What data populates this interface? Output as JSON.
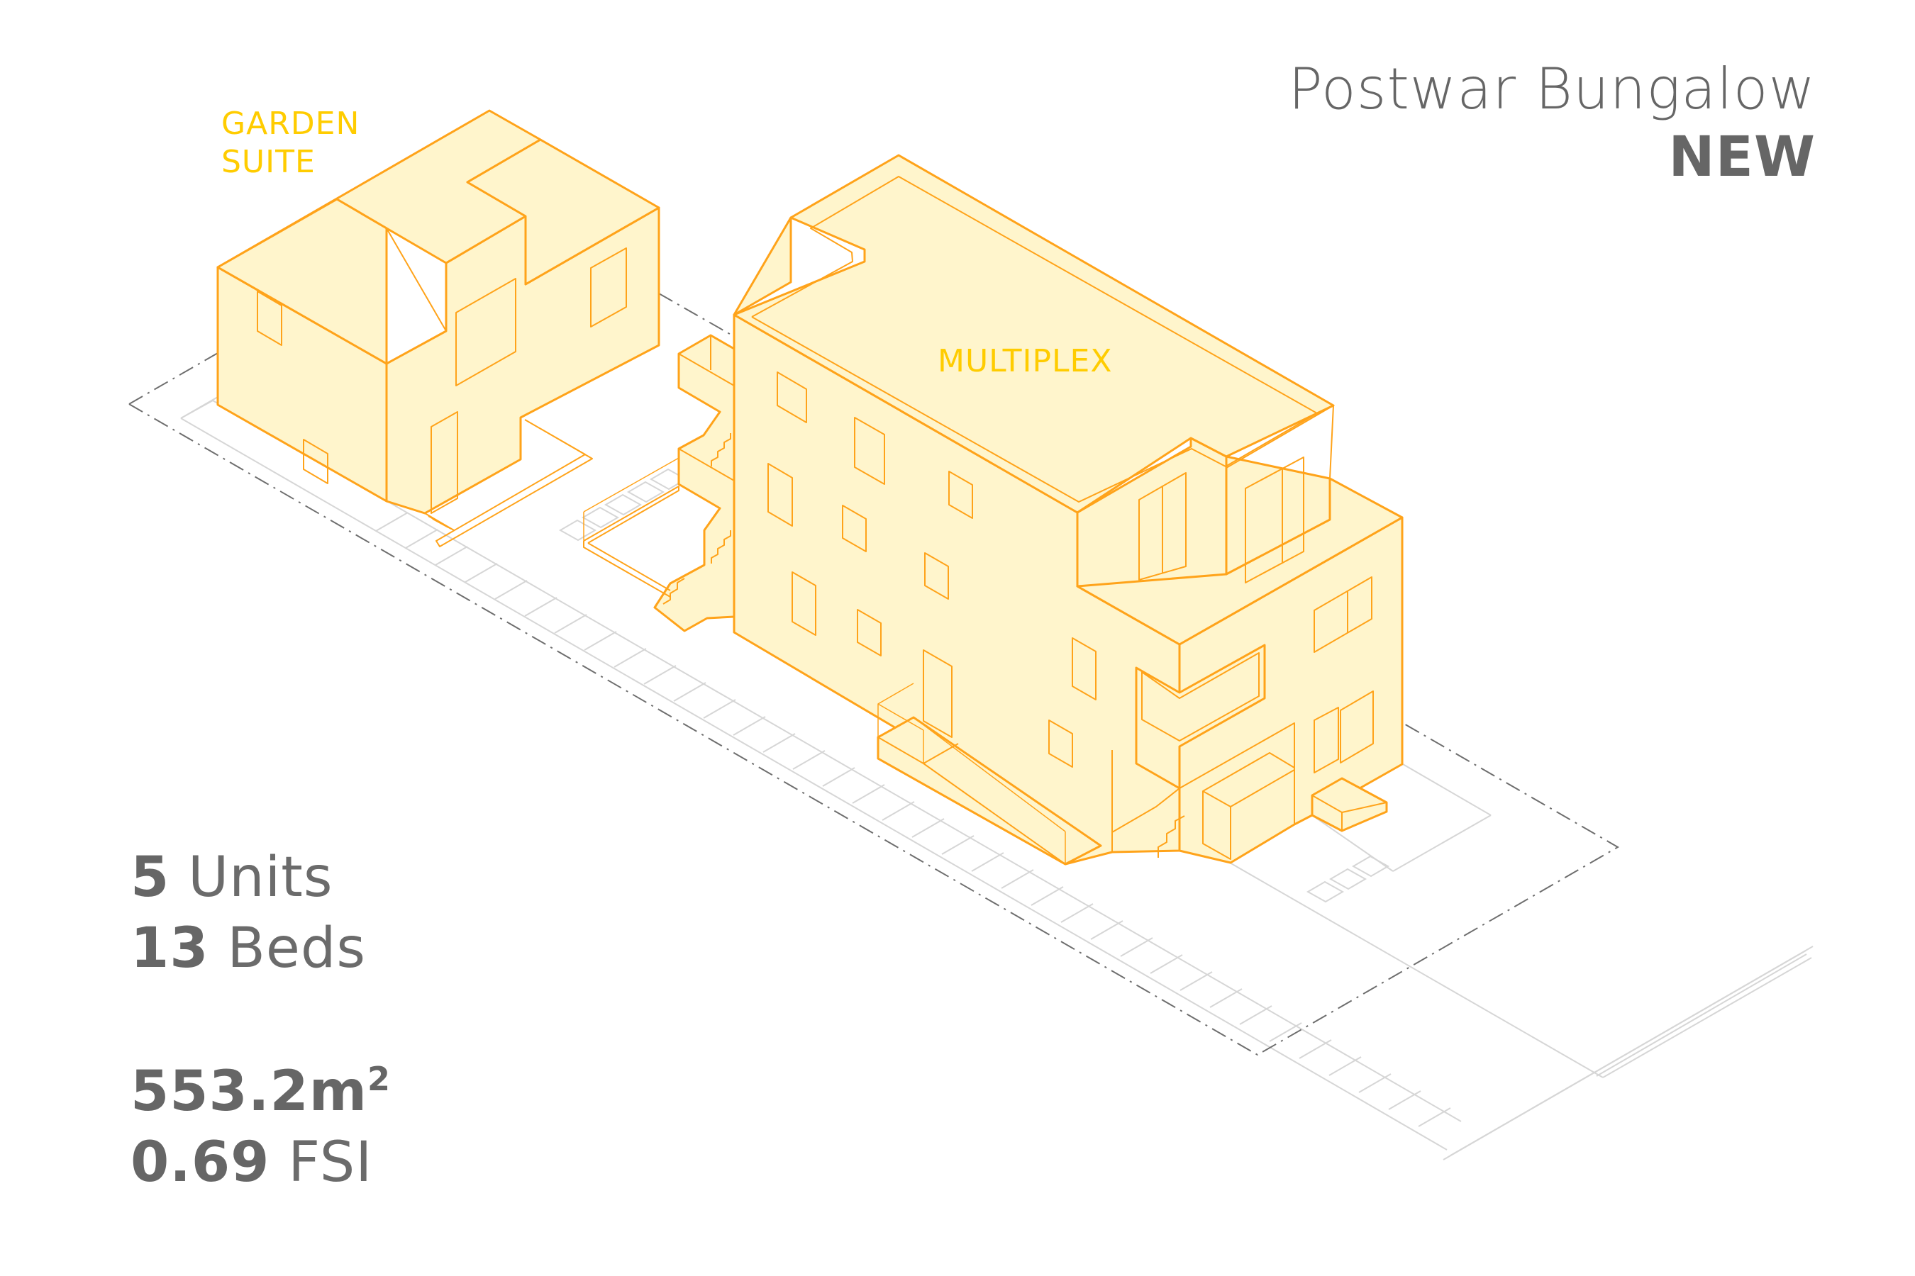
{
  "header": {
    "title": "Postwar Bungalow",
    "status": "NEW"
  },
  "labels": {
    "garden_suite_line1": "GARDEN",
    "garden_suite_line2": "SUITE",
    "multiplex": "MULTIPLEX"
  },
  "stats": {
    "units_value": "5",
    "units_label": "Units",
    "beds_value": "13",
    "beds_label": "Beds",
    "area_value": "553.2m",
    "area_unit_sup": "2",
    "fsi_value": "0.69",
    "fsi_label": "FSI"
  },
  "colors": {
    "text": "#666666",
    "label_yellow": "#FFCC00",
    "building_stroke": "#FFA31A",
    "building_fill": "#FFF5CC",
    "site_lines": "#D6D6D6",
    "lot_line": "#6E6E6E"
  }
}
